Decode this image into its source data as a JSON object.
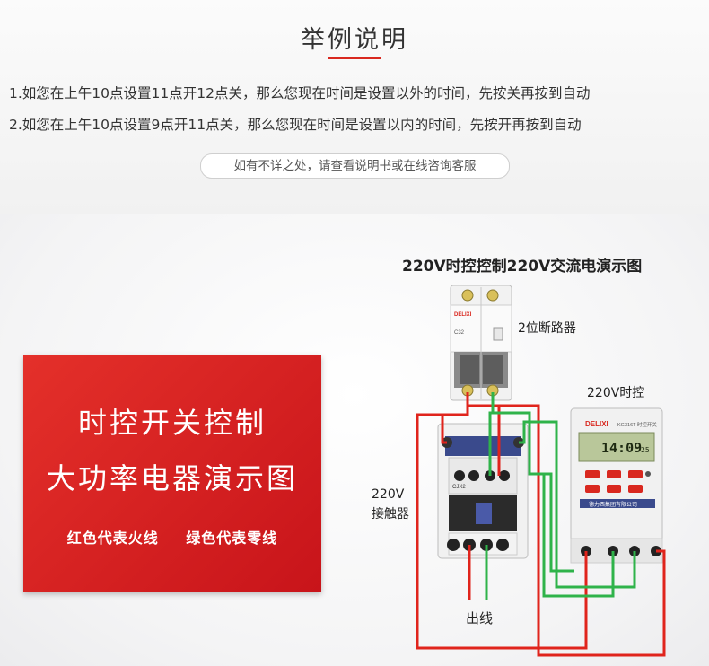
{
  "header": {
    "title": "举例说明",
    "line1": "1.如您在上午10点设置11点开12点关，那么您现在时间是设置以外的时间，先按关再按到自动",
    "line2": "2.如您在上午10点设置9点开11点关，那么您现在时间是设置以内的时间，先按开再按到自动",
    "note": "如有不详之处，请查看说明书或在线咨询客服"
  },
  "promo": {
    "title_line1": "时控开关控制",
    "title_line2": "大功率电器演示图",
    "legend_red": "红色代表火线",
    "legend_green": "绿色代表零线"
  },
  "diagram": {
    "title": "220V时控控制220V交流电演示图",
    "breaker_label": "2位断路器",
    "timer_label": "220V时控",
    "contactor_label_line1": "220V",
    "contactor_label_line2": "接触器",
    "output_label": "出线",
    "breaker_brand": "DELIXI",
    "timer_brand": "DELIXI",
    "timer_model": "KG316T 时控开关",
    "timer_display": "14:09",
    "timer_seconds": "25",
    "timer_bottom_text": "德力西集团有限公司",
    "breaker_rating": "C32",
    "contactor_model": "CJX2"
  },
  "colors": {
    "accent": "#d9281f",
    "live_wire": "#e0241c",
    "neutral_wire": "#2fb34a",
    "panel_red": "#d52024",
    "lcd": "#b9c79a"
  }
}
